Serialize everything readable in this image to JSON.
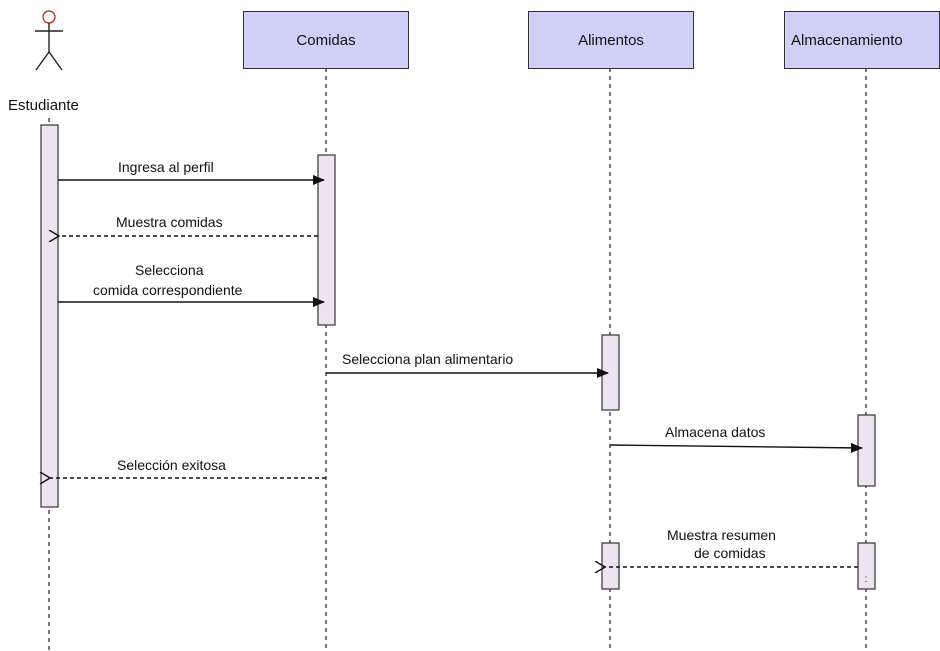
{
  "actor": {
    "name": "Estudiante"
  },
  "participants": {
    "comidas": "Comidas",
    "alimentos": "Alimentos",
    "almacenamiento": "Almacenamiento"
  },
  "messages": {
    "m1": "Ingresa al perfil",
    "m2": "Muestra comidas",
    "m3_line1": "Selecciona",
    "m3_line2": "comida correspondiente",
    "m4": "Selecciona plan alimentario",
    "m5": "Almacena datos",
    "m6": "Selección exitosa",
    "m7_line1": "Muestra resumen",
    "m7_line2": "de comidas"
  },
  "colors": {
    "participant_fill": "#cfcff7",
    "activation_fill": "#eee3f1",
    "actor_head": "#c0392b"
  }
}
